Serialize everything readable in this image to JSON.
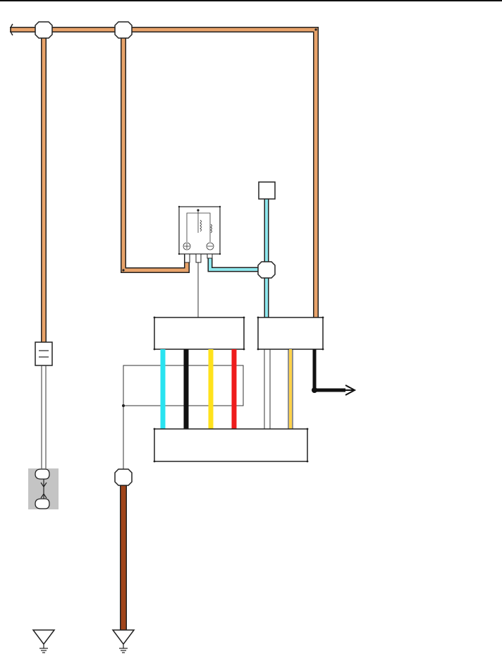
{
  "diagram": {
    "kind": "automotive wiring schematic",
    "wire_colors": {
      "orange": "#e8a36a",
      "light_blue": "#8fe8ee",
      "cyan": "#29e3f0",
      "black": "#111111",
      "yellow": "#ffe21c",
      "red": "#ee1c1c",
      "brown": "#a0441a",
      "outline": "#222222"
    },
    "components": [
      "power-feed",
      "splice-left",
      "splice-middle",
      "splice-right",
      "splice-ground",
      "relay",
      "switch-top",
      "connector-left",
      "connector-right",
      "connector-bottom",
      "fuse",
      "shielded-connector",
      "ground-left",
      "ground-right",
      "output-arrow"
    ]
  }
}
